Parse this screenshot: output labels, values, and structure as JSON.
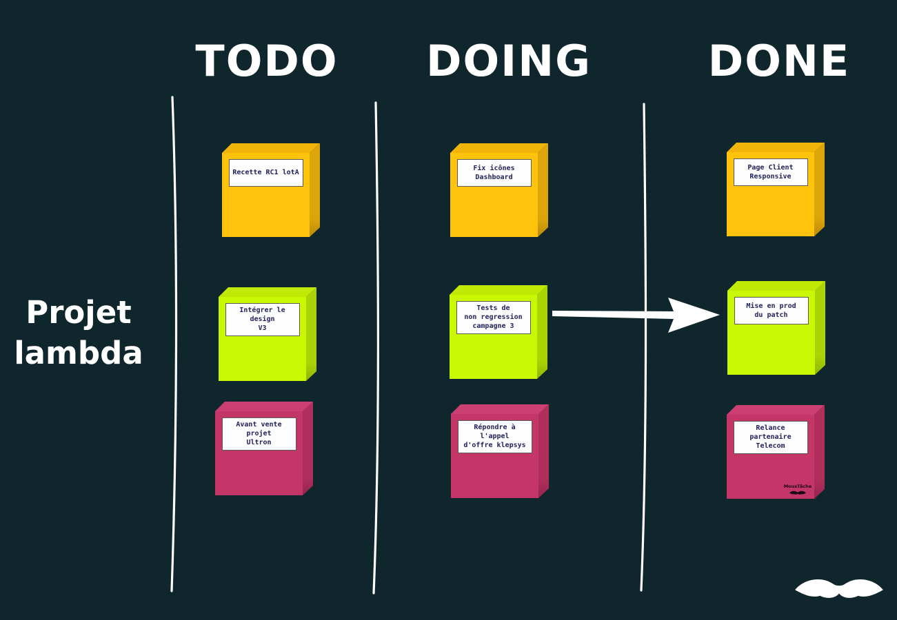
{
  "project": {
    "label_lines": [
      "Projet",
      "lambda"
    ]
  },
  "board": {
    "columns": [
      {
        "title": "TODO",
        "notes": [
          {
            "color": "yellow",
            "lines": [
              "Recette RC1 lotA"
            ]
          },
          {
            "color": "green",
            "lines": [
              "Intégrer le design",
              "V3"
            ]
          },
          {
            "color": "pink",
            "lines": [
              "Avant vente projet",
              "Ultron"
            ]
          }
        ]
      },
      {
        "title": "DOING",
        "notes": [
          {
            "color": "yellow",
            "lines": [
              "Fix icônes Dashboard"
            ]
          },
          {
            "color": "green",
            "lines": [
              "Tests de",
              "non regression",
              "campagne 3"
            ]
          },
          {
            "color": "pink",
            "lines": [
              "Répondre à l'appel",
              "d'offre klepsys"
            ]
          }
        ]
      },
      {
        "title": "DONE",
        "notes": [
          {
            "color": "yellow",
            "lines": [
              "Page Client",
              "Responsive"
            ]
          },
          {
            "color": "green",
            "lines": [
              "Mise en prod",
              "du patch"
            ]
          },
          {
            "color": "pink",
            "lines": [
              "Relance partenaire",
              "Telecom"
            ]
          }
        ]
      }
    ]
  },
  "brand": {
    "name": "MousTâche"
  },
  "colors": {
    "background": "#10262d",
    "note_yellow": "#ffc30b",
    "note_green": "#c9f802",
    "note_pink": "#c43568",
    "label_text": "#22225e",
    "foreground": "#ffffff"
  }
}
